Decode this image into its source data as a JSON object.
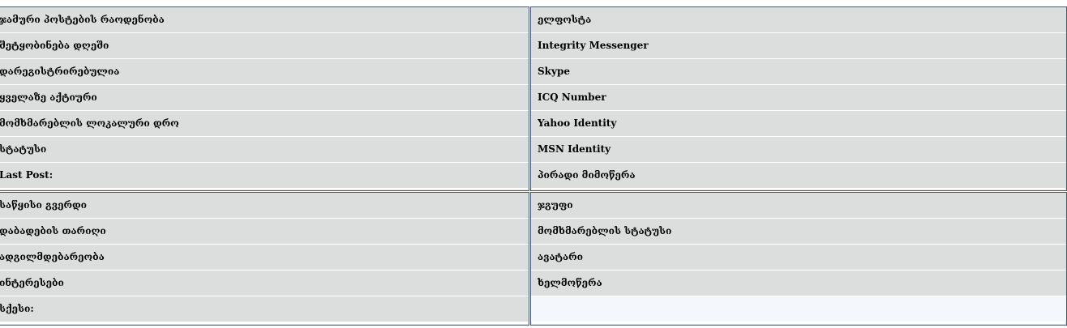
{
  "profile_fields": {
    "top_left": [
      "ჯამური პოსტების რაოდენობა",
      "შეტყობინება დღეში",
      "დარეგისტრირებულია",
      "ყველაზე აქტიური",
      "მომხმარებლის ლოკალური დრო",
      "სტატუსი",
      "Last Post:"
    ],
    "top_right": [
      "ელფოსტა",
      "Integrity Messenger",
      "Skype",
      "ICQ Number",
      "Yahoo Identity",
      "MSN Identity",
      "პირადი მიმოწერა"
    ],
    "bottom_left": [
      "საწყისი გვერდი",
      "დაბადების თარიღი",
      "ადგილმდებარეობა",
      "ინტერესები",
      "სქესი:"
    ],
    "bottom_right": [
      "ჯგუფი",
      "მომხმარებლის სტატუსი",
      "ავატარი",
      "ხელმოწერა"
    ]
  },
  "colors": {
    "row_background": "#dcdddd",
    "empty_row_background": "#f4f7fb",
    "border": "#4a5a6a"
  }
}
